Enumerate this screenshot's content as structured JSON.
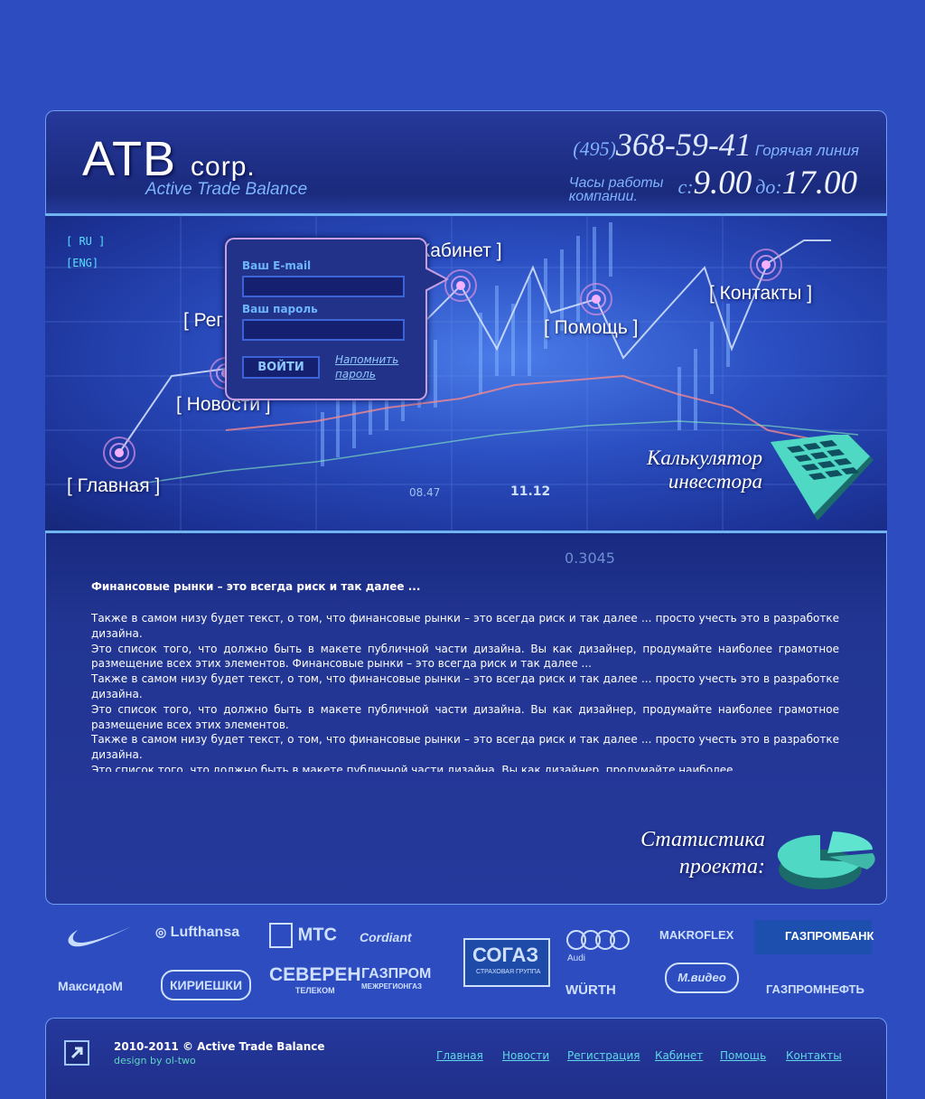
{
  "header": {
    "logo": {
      "main": "ATB",
      "suffix": "corp.",
      "subtitle": "Active Trade Balance"
    },
    "phone": {
      "code": "(495)",
      "number": "368-59-41",
      "hotline": "Горячая линия"
    },
    "hours": {
      "label_line1": "Часы работы",
      "label_line2": "компании.",
      "from_label": "с:",
      "from": "9.00",
      "to_label": "до:",
      "to": "17.00"
    }
  },
  "languages": [
    "[ RU ]",
    "[ENG]"
  ],
  "nav": {
    "main": "[ Главная ]",
    "news": "[ Новости ]",
    "registration": "[ Рег",
    "cabinet": "Кабинет ]",
    "help": "[ Помощь ]",
    "contacts": "[ Контакты ]"
  },
  "login": {
    "email_label": "Ваш E-mail",
    "email_value": "",
    "password_label": "Ваш пароль",
    "password_value": "",
    "submit": "ВОЙТИ",
    "remind_line1": "Напомнить",
    "remind_line2": "пароль"
  },
  "banner_numbers": [
    "08.47",
    "11.12",
    "0.3045"
  ],
  "calculator": {
    "line1": "Калькулятор",
    "line2": "инвестора"
  },
  "content": {
    "title": "Финансовые рынки – это всегда риск и так далее ...",
    "paragraphs": [
      "Также в самом низу будет текст, о том, что финансовые рынки – это всегда риск и так далее ... просто учесть это в разработке дизайна.",
      "Это список того, что должно быть в макете публичной части дизайна. Вы как дизайнер, продумайте наиболее грамотное размещение всех этих элементов. Финансовые рынки – это всегда риск и так далее ...",
      "Также в самом низу будет текст, о том, что финансовые рынки – это всегда риск и так далее ... просто учесть это в разработке дизайна.",
      "Это список того, что должно быть в макете публичной части дизайна. Вы как дизайнер, продумайте наиболее грамотное размещение всех этих элементов.",
      "Также в самом низу будет текст, о том, что финансовые рынки – это всегда риск и так далее ... просто учесть это в разработке дизайна.",
      "Это список того, что должно быть в макете публичной части дизайна. Вы как дизайнер, продумайте наиболее"
    ]
  },
  "statistics": {
    "line1": "Статистика",
    "line2": "проекта:"
  },
  "partners": {
    "lufthansa": "Lufthansa",
    "mts": "МТС",
    "cordiant": "Cordiant",
    "sogaz": "СОГАЗ",
    "sogaz_sub": "СТРАХОВАЯ ГРУППА",
    "audi": "Audi",
    "makroflex": "MAKROFLEX",
    "gazprombank": "ГАЗПРОМБАНК",
    "maksidom": "МаксидоМ",
    "kirieshki": "КИРИЕШКИ",
    "severen": "СЕВЕРЕН",
    "severen_sub": "ТЕЛЕКОМ",
    "gazprom": "ГАЗПРОМ",
    "gazprom_sub": "МЕЖРЕГИОНГАЗ",
    "wurth": "WÜRTH",
    "mvideo": "М.видео",
    "gazpromneft": "ГАЗПРОМНЕФТЬ"
  },
  "footer": {
    "copyright": "2010-2011 © Active Trade Balance",
    "design": "design by ol-two",
    "links": [
      "Главная",
      "Новости",
      "Регистрация",
      "Кабинет",
      "Помощь",
      "Контакты"
    ]
  },
  "colors": {
    "page_bg": "#2c4cc0",
    "accent": "#6cb6ff",
    "panel_border": "#6f9ef0",
    "login_border": "#c59fe0",
    "footer_link": "#5fd8e8"
  },
  "icons": [
    "nike-swoosh-icon",
    "lufthansa-crane-icon",
    "mts-egg-icon",
    "calculator-icon",
    "pie-chart-icon",
    "share-arrow-icon",
    "radar-target-icon"
  ]
}
